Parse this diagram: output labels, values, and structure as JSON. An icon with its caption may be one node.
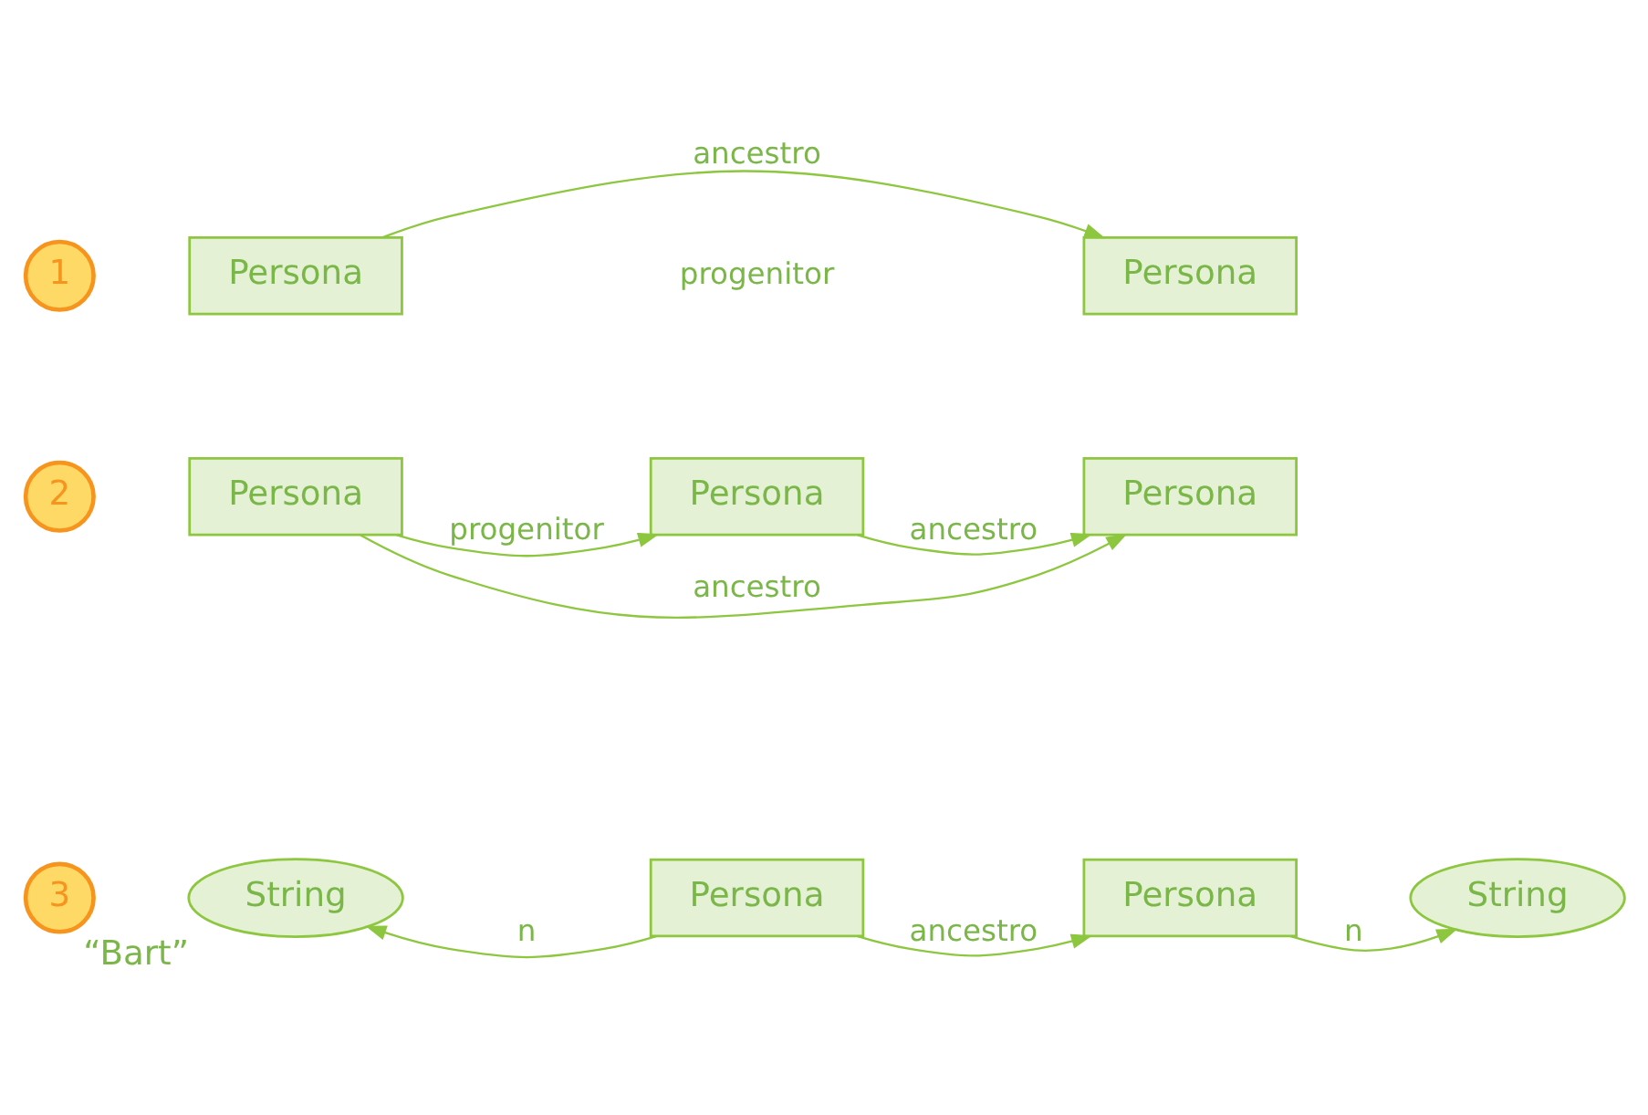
{
  "diagram": {
    "nodes": [
      {
        "text": [
          "1"
        ]
      },
      {
        "text": [
          "Persona"
        ]
      },
      {
        "text": [
          "Persona"
        ]
      },
      {
        "text": [
          "2"
        ]
      },
      {
        "text": [
          "Persona"
        ]
      },
      {
        "text": [
          "Persona"
        ]
      },
      {
        "text": [
          "Persona"
        ]
      },
      {
        "text": [
          "3"
        ]
      },
      {
        "text": [
          "String"
        ],
        "beside": [
          "“Bart”"
        ]
      },
      {
        "text": [
          "Persona"
        ]
      },
      {
        "text": [
          "Persona"
        ]
      },
      {
        "text": [
          "String"
        ]
      }
    ],
    "edges": [
      {
        "from": 1,
        "to": 2,
        "arrow": "to",
        "label": "ancestro"
      },
      {
        "from": 4,
        "to": 6,
        "arrow": "to",
        "label": "ancestro"
      },
      {
        "from": 4,
        "to": 5,
        "arrow": "to",
        "label": "progenitor"
      },
      {
        "from": 5,
        "to": 6,
        "arrow": "to",
        "label": "ancestro"
      },
      {
        "from": 9,
        "to": 8,
        "arrow": "to",
        "label": "n"
      },
      {
        "from": 9,
        "to": 10,
        "arrow": "to",
        "label": "ancestro"
      },
      {
        "from": 10,
        "to": 11,
        "arrow": "to",
        "label": "n"
      }
    ],
    "labels": [
      "progenitor"
    ]
  }
}
